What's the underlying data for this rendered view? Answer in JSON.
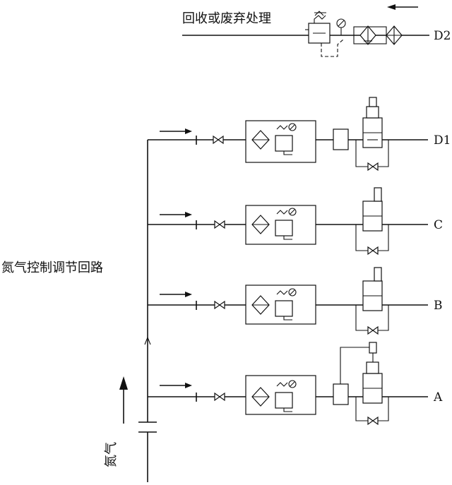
{
  "labels": {
    "recovery": "回收或废弃处理",
    "nitrogen_loop": "氮气控制调节回路",
    "nitrogen_in": "氮气",
    "outlet_d2": "D2",
    "outlet_d1": "D1",
    "outlet_c": "C",
    "outlet_b": "B",
    "outlet_a": "A"
  }
}
